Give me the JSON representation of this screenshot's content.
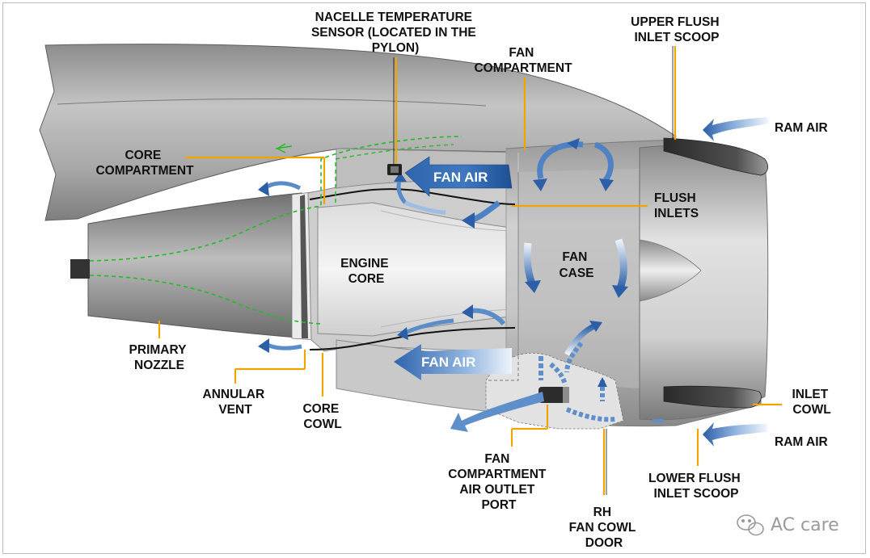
{
  "labels": {
    "nacelle_temp_sensor": [
      "NACELLE TEMPERATURE",
      "SENSOR (LOCATED IN THE",
      "PYLON)"
    ],
    "fan_compartment": [
      "FAN",
      "COMPARTMENT"
    ],
    "upper_flush_inlet_scoop": [
      "UPPER FLUSH",
      "INLET SCOOP"
    ],
    "ram_air_upper": "RAM AIR",
    "core_compartment": [
      "CORE",
      "COMPARTMENT"
    ],
    "fan_air_upper": "FAN AIR",
    "flush_inlets": [
      "FLUSH",
      "INLETS"
    ],
    "engine_core": [
      "ENGINE",
      "CORE"
    ],
    "fan_case": [
      "FAN",
      "CASE"
    ],
    "fan_air_lower": "FAN AIR",
    "primary_nozzle": [
      "PRIMARY",
      "NOZZLE"
    ],
    "annular_vent": [
      "ANNULAR",
      "VENT"
    ],
    "core_cowl": [
      "CORE",
      "COWL"
    ],
    "inlet_cowl": [
      "INLET",
      "COWL"
    ],
    "ram_air_lower": "RAM AIR",
    "fan_compartment_air_outlet_port": [
      "FAN",
      "COMPARTMENT",
      "AIR OUTLET",
      "PORT"
    ],
    "rh_fan_cowl_door": [
      "RH",
      "FAN COWL",
      "DOOR"
    ],
    "lower_flush_inlet_scoop": [
      "LOWER FLUSH",
      "INLET SCOOP"
    ]
  },
  "watermark": "AC care",
  "colors": {
    "leader": "#f0a400",
    "airflow_blue": "#2f68b0",
    "airflow_light": "#d6e6f6",
    "vent_path": "#22bb22",
    "body_gray": "#a6a6a6"
  }
}
